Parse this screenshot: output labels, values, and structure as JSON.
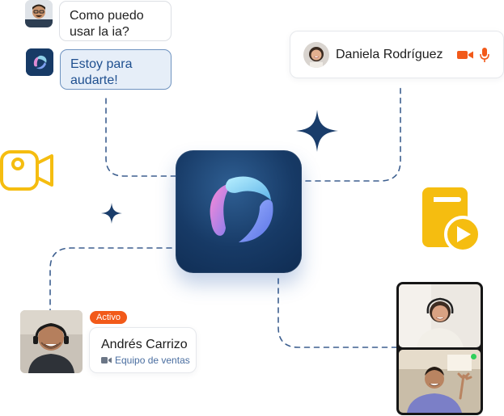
{
  "chat": {
    "user_message": "Como puedo\nusar la ia?",
    "bot_message": "Estoy para\naudarte!"
  },
  "contact_card": {
    "name": "Daniela Rodríguez"
  },
  "profile_card": {
    "status_badge": "Activo",
    "name": "Andrés Carrizo",
    "role": "Equipo de ventas"
  },
  "icons": {
    "top_right_card": [
      "video-camera-icon",
      "microphone-icon"
    ],
    "decor": [
      "video-camera-outline-icon",
      "video-file-play-icon",
      "sparkle-icon"
    ]
  },
  "colors": {
    "accent_orange": "#f25a1a",
    "accent_yellow": "#f5bd10",
    "navy": "#1a3d6b",
    "bot_bubble_bg": "#e6eef8",
    "bot_bubble_border": "#6f93c0",
    "dashed_line": "#3d5f8f",
    "online_dot": "#2fcf5a"
  }
}
